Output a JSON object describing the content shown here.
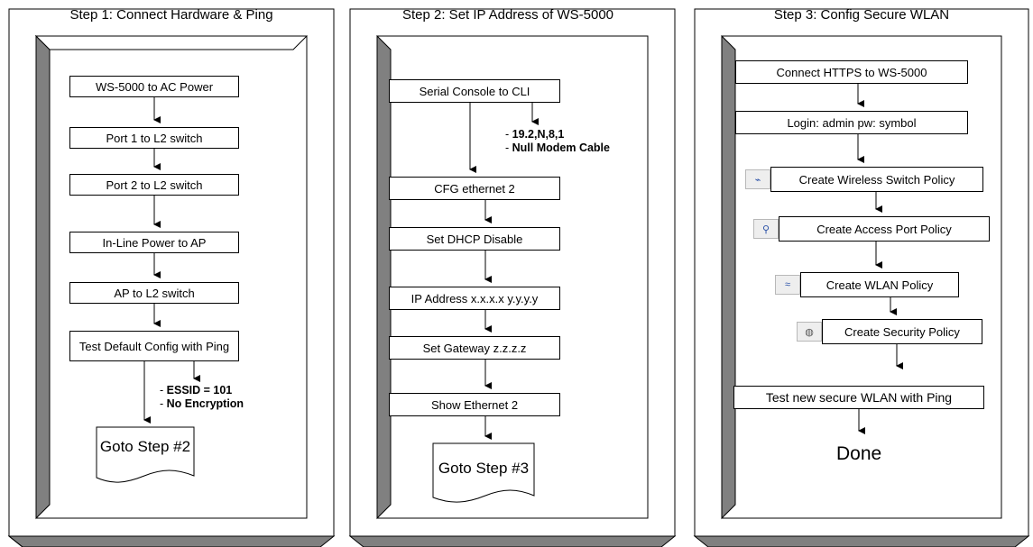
{
  "colors": {
    "frame_dark": "#808080",
    "frame_light": "#c0c0c0",
    "line": "#000000",
    "background": "#ffffff",
    "icon_bg": "#eeeeee"
  },
  "step1": {
    "title": "Step 1: Connect Hardware & Ping",
    "boxes": [
      "WS-5000 to AC Power",
      "Port 1 to L2 switch",
      "Port 2 to L2 switch",
      "In-Line Power to AP",
      "AP to L2 switch",
      "Test Default Config with Ping"
    ],
    "notes": [
      "ESSID = 101",
      "No Encryption"
    ],
    "doc": "Goto Step  #2"
  },
  "step2": {
    "title": "Step 2: Set IP Address of WS-5000",
    "boxes": [
      "Serial Console to CLI",
      "CFG ethernet 2",
      "Set DHCP Disable",
      "IP Address x.x.x.x  y.y.y.y",
      "Set Gateway z.z.z.z",
      "Show Ethernet 2"
    ],
    "notes": [
      "19.2,N,8,1",
      "Null Modem Cable"
    ],
    "doc": "Goto Step  #3"
  },
  "step3": {
    "title": "Step 3: Config Secure WLAN",
    "boxes": [
      "Connect HTTPS to WS-5000",
      "Login: admin    pw: symbol",
      "Create Wireless Switch Policy",
      "Create Access Port Policy",
      "Create WLAN Policy",
      "Create Security Policy",
      "Test new secure WLAN with Ping"
    ],
    "icons": [
      "switch-policy-icon",
      "access-port-icon",
      "wlan-policy-icon",
      "security-policy-icon"
    ],
    "done": "Done"
  }
}
